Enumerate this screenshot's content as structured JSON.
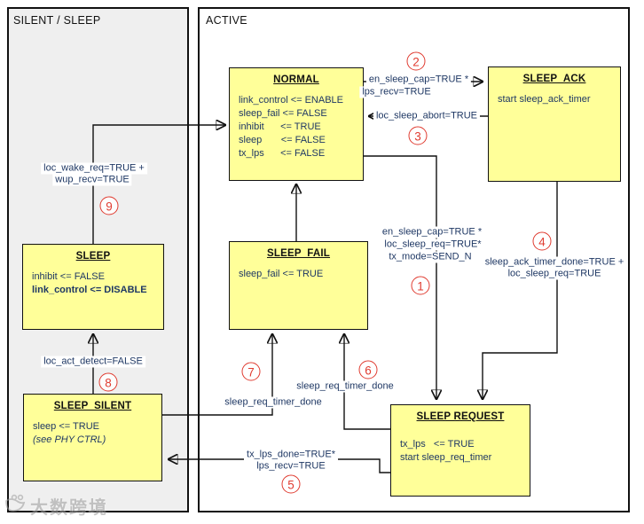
{
  "panels": {
    "silent_sleep": {
      "label": "SILENT / SLEEP"
    },
    "active": {
      "label": "ACTIVE"
    }
  },
  "states": {
    "normal": {
      "title": "NORMAL",
      "lines": [
        "link_control <= ENABLE",
        "sleep_fail <= FALSE",
        "inhibit      <= TRUE",
        "sleep       <= FALSE",
        "tx_lps      <= FALSE"
      ]
    },
    "sleep_ack": {
      "title": "SLEEP_ACK",
      "lines": [
        "start sleep_ack_timer"
      ]
    },
    "sleep_fail": {
      "title": "SLEEP_FAIL",
      "lines": [
        "sleep_fail <= TRUE"
      ]
    },
    "sleep": {
      "title": "SLEEP",
      "lines": [
        "inhibit <= FALSE",
        "link_control <= DISABLE"
      ]
    },
    "sleep_silent": {
      "title": "SLEEP_SILENT",
      "lines": [
        "sleep <= TRUE",
        "(see PHY CTRL)"
      ]
    },
    "sleep_request": {
      "title": "SLEEP REQUEST",
      "lines": [
        "tx_lps   <= TRUE",
        "start sleep_req_timer"
      ]
    }
  },
  "transitions": {
    "t1": {
      "number": "1",
      "lines": [
        "en_sleep_cap=TRUE *",
        "loc_sleep_req=TRUE*",
        "tx_mode=SEND_N"
      ]
    },
    "t2": {
      "number": "2",
      "lines": [
        "en_sleep_cap=TRUE *",
        "lps_recv=TRUE"
      ]
    },
    "t3": {
      "number": "3",
      "label": "loc_sleep_abort=TRUE"
    },
    "t4": {
      "number": "4",
      "lines": [
        "sleep_ack_timer_done=TRUE +",
        "loc_sleep_req=TRUE"
      ]
    },
    "t5": {
      "number": "5",
      "lines": [
        "tx_lps_done=TRUE*",
        "lps_recv=TRUE"
      ]
    },
    "t6": {
      "number": "6",
      "label": "sleep_req_timer_done"
    },
    "t7": {
      "number": "7",
      "label": "sleep_req_timer_done"
    },
    "t8": {
      "number": "8",
      "label": "loc_act_detect=FALSE"
    },
    "t9": {
      "number": "9",
      "lines": [
        "loc_wake_req=TRUE +",
        "wup_recv=TRUE"
      ]
    }
  },
  "watermark": {
    "text": "大数跨境"
  },
  "colors": {
    "state_fill": "#FFFF99",
    "label_text": "#1F3864",
    "badge_red": "#E03C31",
    "panel_gray": "#EFEFEF",
    "line_black": "#111111"
  }
}
